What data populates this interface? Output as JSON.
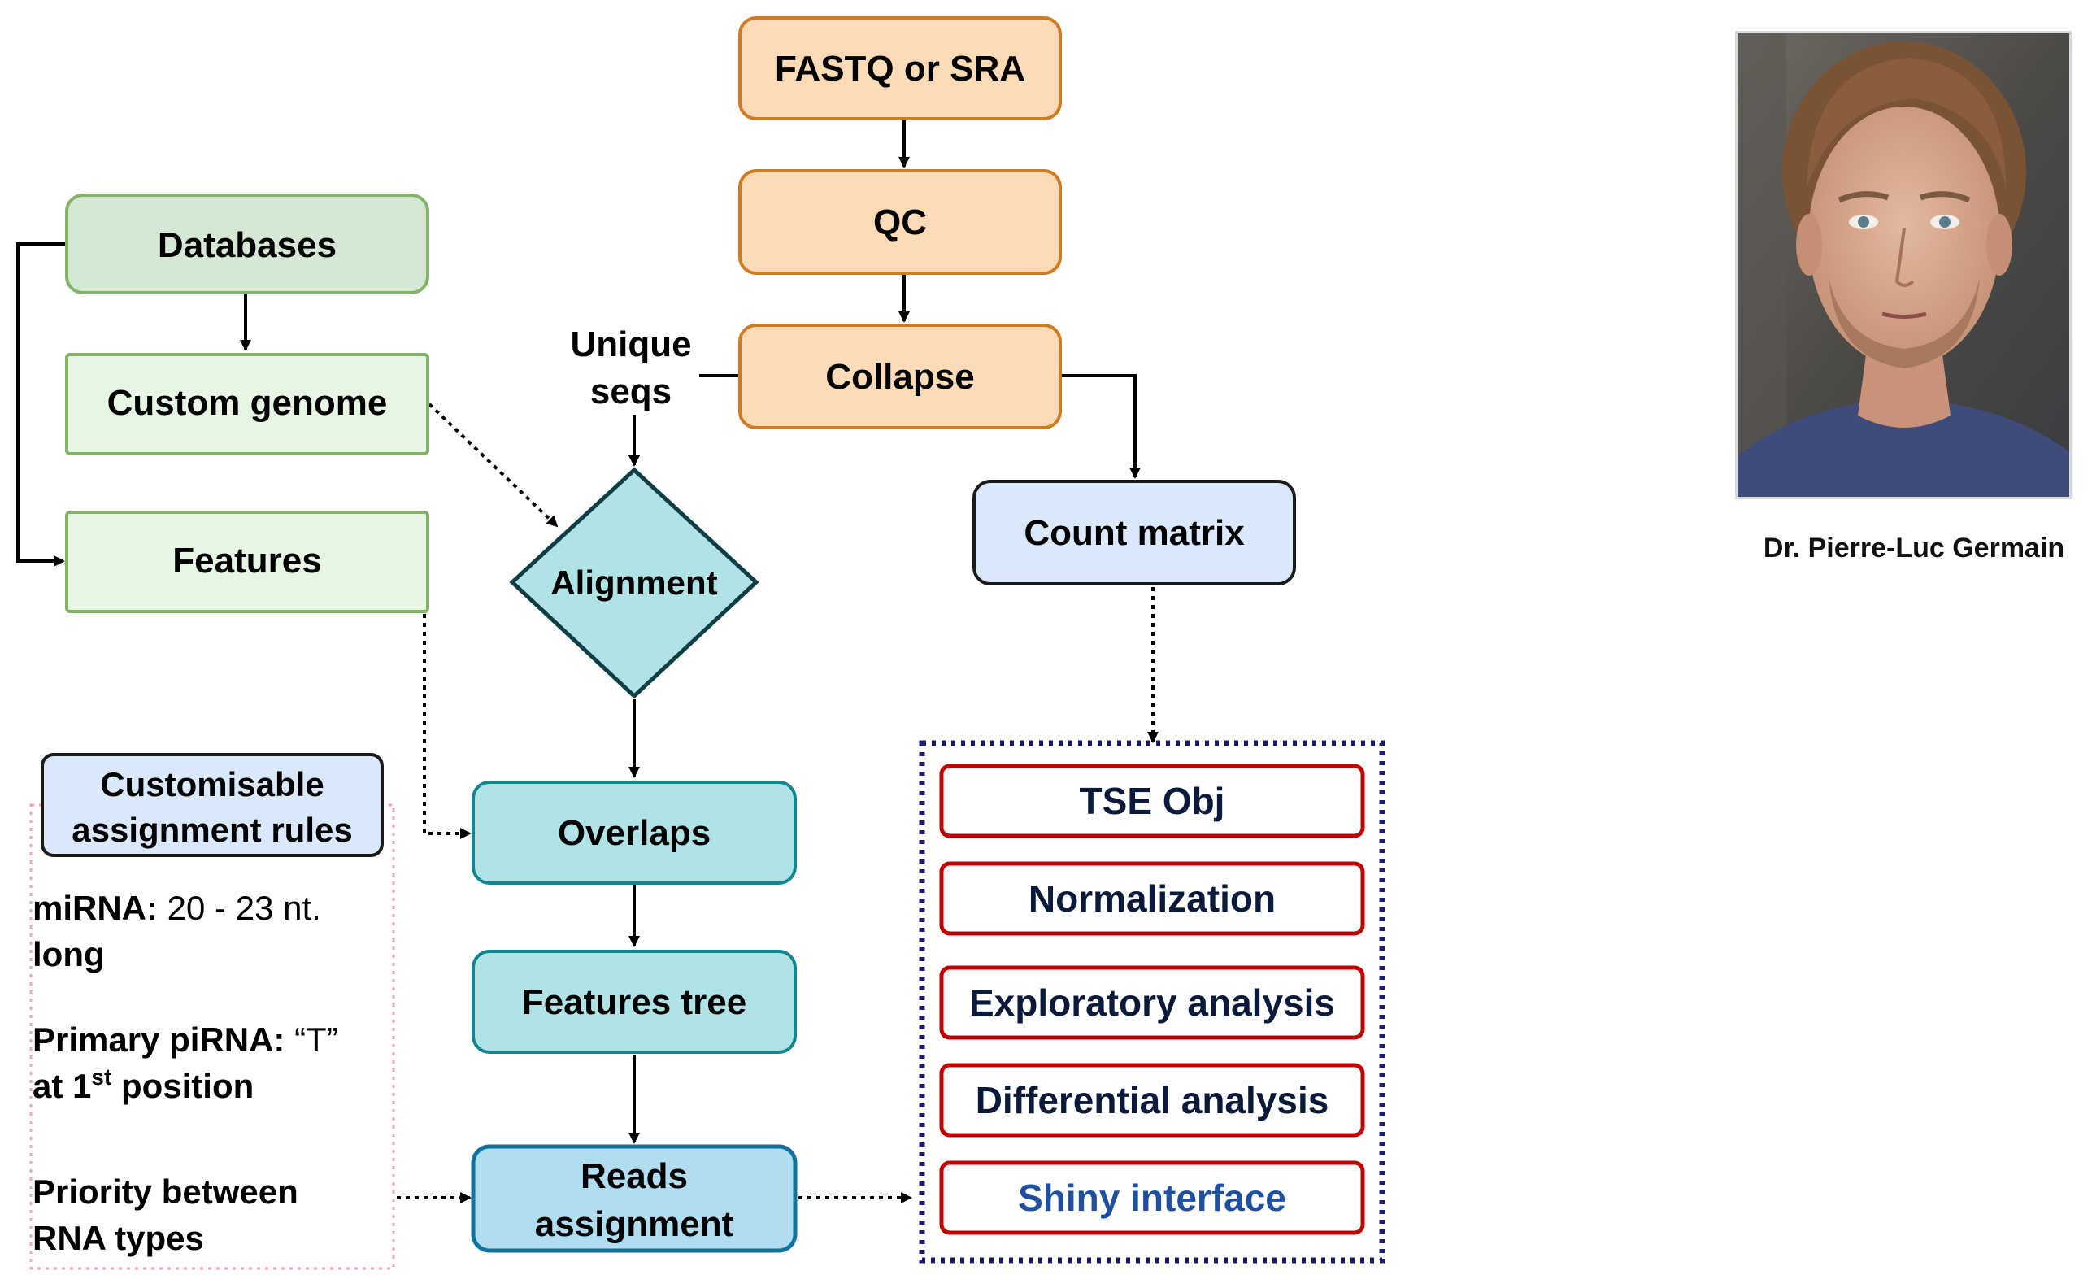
{
  "nodes": {
    "fastq": "FASTQ or SRA",
    "qc": "QC",
    "collapse": "Collapse",
    "databases": "Databases",
    "custom_genome": "Custom genome",
    "features": "Features",
    "alignment": "Alignment",
    "count_matrix": "Count matrix",
    "overlaps": "Overlaps",
    "features_tree": "Features tree",
    "reads_assignment": [
      "Reads",
      "assignment"
    ]
  },
  "edge_labels": {
    "unique_seqs": [
      "Unique",
      "seqs"
    ]
  },
  "rules_panel": {
    "title": [
      "Customisable",
      "assignment rules"
    ],
    "mirna_label": "miRNA:",
    "mirna_text_line1": " 20 - 23 nt.",
    "mirna_text_line2": "long",
    "pirna_label": "Primary piRNA:",
    "pirna_text_line1": " “T”",
    "pirna_text_line2_pre": "at 1",
    "pirna_text_line2_sup": "st",
    "pirna_text_line2_post": " position",
    "priority_line1": "Priority between",
    "priority_line2": "RNA types"
  },
  "outputs": {
    "items": [
      "TSE Obj",
      "Normalization",
      "Exploratory analysis",
      "Differential analysis",
      "Shiny interface"
    ]
  },
  "person": {
    "caption": "Dr. Pierre-Luc Germain"
  },
  "colors": {
    "orange_fill": "#fddbb6",
    "orange_stroke": "#d27a22",
    "green_dark_fill": "#d5e8d4",
    "green_light_fill": "#e6f6e3",
    "green_stroke": "#82b366",
    "teal_fill": "#b0e3e6",
    "teal_stroke": "#13878f",
    "blue_fill": "#b1ddf0",
    "blue_stroke": "#10739e",
    "count_fill": "#dae8fc",
    "output_stroke": "#c00000",
    "dotted_border": "#1a1a6e",
    "shiny_text": "#1f4fa0"
  }
}
